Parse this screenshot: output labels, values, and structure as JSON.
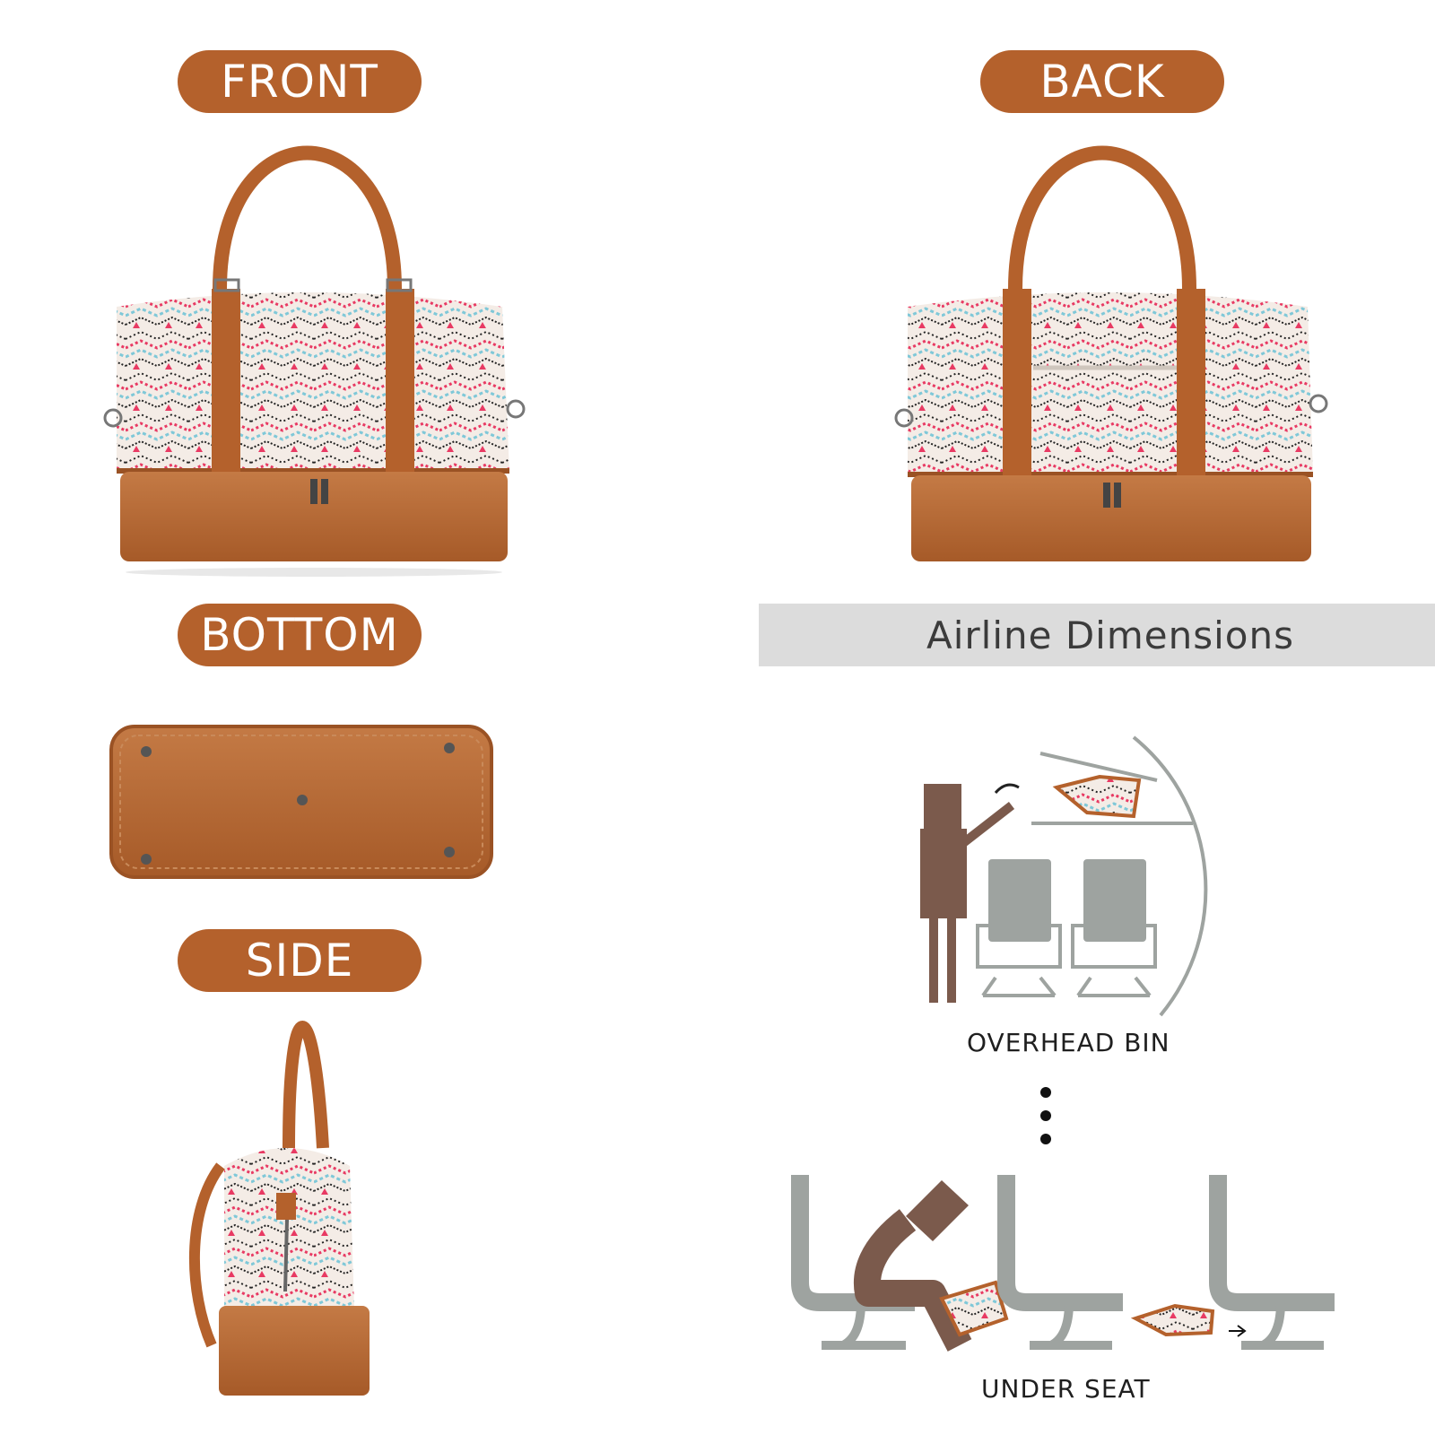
{
  "views": {
    "front": "FRONT",
    "back": "BACK",
    "bottom": "BOTTOM",
    "side": "SIDE"
  },
  "airline": {
    "title": "Airline Dimensions",
    "overhead_caption": "OVERHEAD BIN",
    "under_seat_caption": "UNDER SEAT"
  },
  "colors": {
    "leather": "#b4612c",
    "banner": "#dcdcdc",
    "person": "#7b5a4c",
    "seat": "#9ea3a0"
  }
}
